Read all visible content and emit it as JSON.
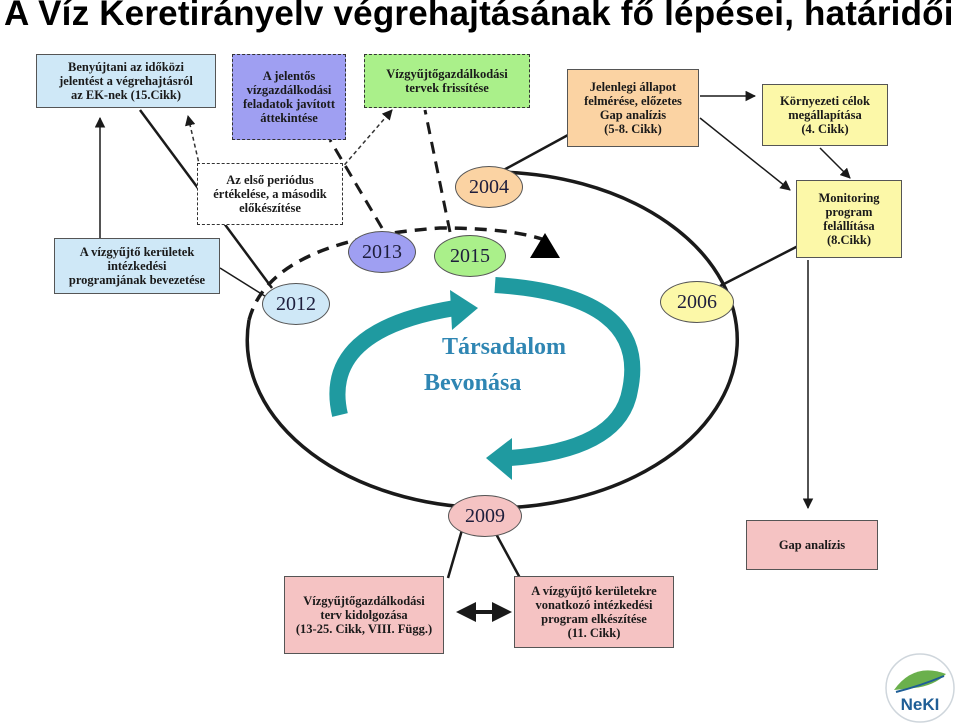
{
  "title": "A Víz Keretirányelv végrehajtásának fő lépései, határidői",
  "boxes": {
    "benyujtani": "Benyújtani az időközi\njelentést a végrehajtásról\naz EK-nek (15.Cikk)",
    "jelentos": "A jelentős\nvízgazdálkodási\nfeladatok javított\náttekintése",
    "vizgyujto_frissites": "Vízgyűjtőgazdálkodási\ntervek frissítése",
    "jelenlegi": "Jelenlegi állapot\nfelmérése, előzetes\nGap analízis\n(5-8. Cikk)",
    "kornyezeti": "Környezeti célok\nmegállapítása\n(4. Cikk)",
    "elso_periodus": "Az első periódus\nértékelése, a második\nelőkészítése",
    "monitoring": "Monitoring\nprogram\nfelállítása\n(8.Cikk)",
    "intezkedesi": "A vízgyűjtő kerületek\nintézkedési\nprogramjának bevezetése",
    "gap": "Gap analízis",
    "terv_kidolgozas": "Vízgyűjtőgazdálkodási\nterv kidolgozása\n(13-25. Cikk, VIII. Függ.)",
    "program_elkeszites": "A vízgyűjtő kerületekre\nvonatkozó intézkedési\nprogram elkészítése\n(11. Cikk)"
  },
  "years": {
    "y2004": "2004",
    "y2006": "2006",
    "y2009": "2009",
    "y2012": "2012",
    "y2013": "2013",
    "y2015": "2015"
  },
  "center": {
    "line1": "Társadalom",
    "line2": "Bevonása"
  },
  "logo": {
    "text": "NeKI"
  },
  "colors": {
    "teal_arrow": "#1f9aa0",
    "center_text": "#2f86b3",
    "logo_blue": "#1f5e96",
    "logo_green": "#6ab04c"
  }
}
